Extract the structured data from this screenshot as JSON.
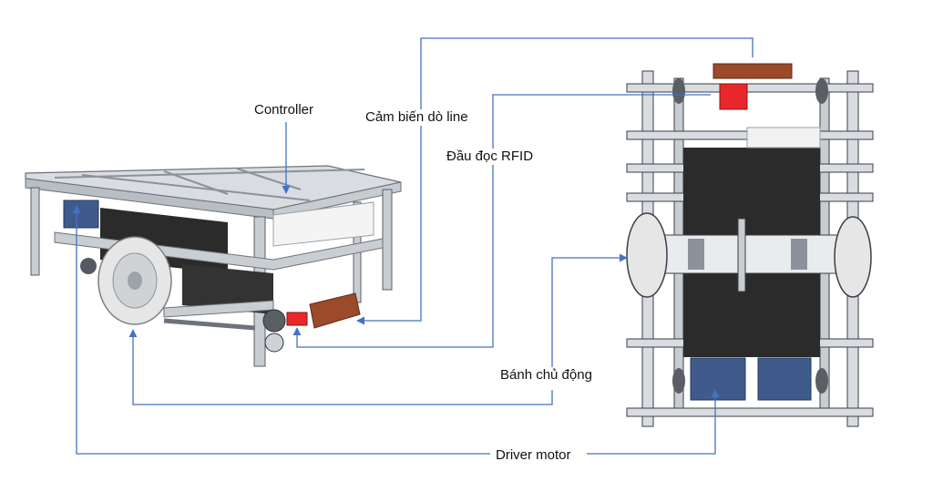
{
  "labels": {
    "controller": "Controller",
    "line_sensor": "Cảm biến dò line",
    "rfid_reader": "Đầu đọc RFID",
    "drive_wheel": "Bánh chủ động",
    "driver_motor": "Driver motor"
  },
  "colors": {
    "leader_line": "#4472c4",
    "frame_light": "#d9dde1",
    "frame_dark": "#5a5f66",
    "panel_dark": "#2b2b2b",
    "motor_blue": "#3f5b8c",
    "sensor_brown": "#9b4a2a",
    "rfid_red": "#e8272a",
    "wheel_grey": "#e6e6e6"
  }
}
